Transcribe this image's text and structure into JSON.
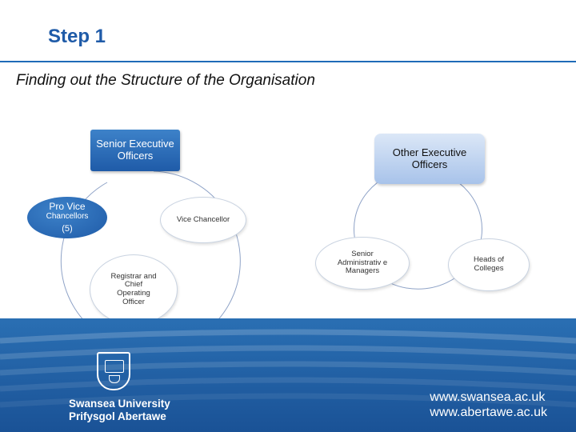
{
  "header": {
    "title": "Step 1",
    "subtitle": "Finding out the Structure of the Organisation"
  },
  "diagram": {
    "senior_executive_officers": "Senior Executive Officers",
    "other_executive_officers": "Other Executive Officers",
    "pro_vice_chancellors": {
      "line1": "Pro Vice",
      "line2": "Chancellors",
      "count": "(5)"
    },
    "vice_chancellor": "Vice Chancellor",
    "registrar": "Registrar and Chief Operating Officer",
    "senior_admin_managers": "Senior Administrativ e Managers",
    "heads_of_colleges": "Heads of Colleges"
  },
  "footer": {
    "university_en": "Swansea University",
    "university_cy": "Prifysgol Abertawe",
    "url_en": "www.swansea.ac.uk",
    "url_cy": "www.abertawe.ac.uk"
  },
  "colors": {
    "accent_blue": "#1f5ba8",
    "light_box": "#a8c3ea",
    "footer_blue": "#2a6fb3"
  }
}
